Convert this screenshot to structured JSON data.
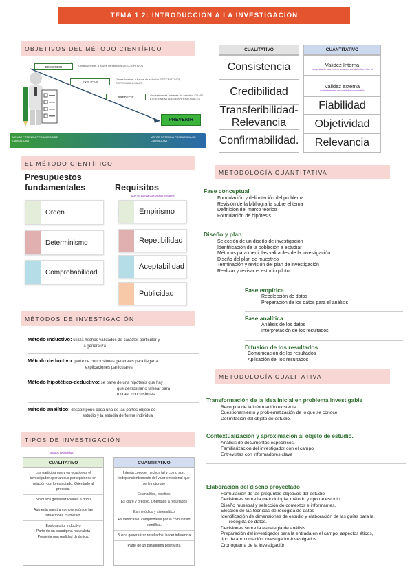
{
  "banner": "TEMA 1.2: INTRODUCCIÓN A LA INVESTIGACIÓN",
  "objetivos": {
    "header": "OBJETIVOS DEL MÉTODO CIENTÍFICO",
    "steps": [
      {
        "label": "DESCRIBIR",
        "note": "Generalmente, a través de estudios DESCRIPTIVOS"
      },
      {
        "label": "EXPLICAR",
        "note": "Generalmente, a través de estudios DESCRIPTIVOS, CORRELACIONALES"
      },
      {
        "label": "PREDECIR",
        "note": "Generalmente, a través de estudios CUASI-EXPERIMENTALES/EXPERIMENTALES"
      }
    ],
    "final": "PREVENIR",
    "strip_left": "MENOR POTENCIA PROBATORIA DE CAUSALIDAD",
    "strip_right": "MAYOR POTENCIA PROBATORIA DE CAUSALIDAD"
  },
  "calidad": {
    "left_head": "CUALITATIVO",
    "right_head": "CUANTITATIVO",
    "left": [
      "Consistencia",
      "Credibilidad",
      "Transferibilidad-Relevancia",
      "Confirmabilidad."
    ],
    "right": [
      {
        "label": "Validez Interna",
        "note": "preguntas de una misma area son consistentes entre si"
      },
      {
        "label": "Validez externa",
        "note": "contestaciones encuestadas con sentido"
      },
      {
        "label": "Fiabilidad",
        "note": ""
      },
      {
        "label": "Objetividad",
        "note": ""
      },
      {
        "label": "Relevancia",
        "note": ""
      }
    ]
  },
  "metodo": {
    "header": "EL MÉTODO CIENTÍFICO",
    "presupuestos_title": "Presupuestos fundamentales",
    "requisitos_title": "Requisitos",
    "requisitos_note": "que se pueda comprobar y repetir",
    "presupuestos": [
      {
        "label": "Orden",
        "color": "#e4edd9"
      },
      {
        "label": "Determinismo",
        "color": "#e0b0b0"
      },
      {
        "label": "Comprobabilidad",
        "color": "#b5dde8"
      }
    ],
    "requisitos": [
      {
        "label": "Empirismo",
        "color": "#e4edd9"
      },
      {
        "label": "Repetibilidad",
        "color": "#e0b0b0"
      },
      {
        "label": "Aceptabilidad",
        "color": "#b5dde8"
      },
      {
        "label": "Publicidad",
        "color": "#f7c9a8"
      }
    ]
  },
  "metodos": {
    "header": "MÉTODOS DE INVESTIGACIÓN",
    "items": [
      {
        "name": "Método Inductivo:",
        "desc1": "utiliza hechos validados de carácter particular y",
        "desc2": "la generaliza"
      },
      {
        "name": "Método deductivo:",
        "desc1": "parte de conclusiones generales para llegar a",
        "desc2": "explicaciones particulares"
      },
      {
        "name": "Método hipotético-deductivo:",
        "desc1": "se parte de una hipótesis que hay",
        "desc2": "que demostrar o falsear para",
        "desc3": "extraer conclusiones"
      },
      {
        "name": "Método analítico:",
        "desc1": "descompone cada una de las partes objeto de",
        "desc2": "estudio y la estudia de forma individual"
      }
    ]
  },
  "tipos": {
    "header": "TIPOS DE INVESTIGACIÓN",
    "note": "grupos reducidos",
    "left_head": "CUALITATIVO",
    "right_head": "CUANTITATIVO",
    "left": [
      "Los participantes y en ocasiones el investigador aportan sus percepciones en relación con lo estudiado. Orientado al proceso.",
      "No busca generalizaciones a priori",
      "Aumenta nuestra comprensión de las situaciones. Subjetivo.",
      "Exploratorio, inductivo",
      "Parte de un paradigma naturalista",
      "Presenta una realidad dinámica."
    ],
    "right": [
      "Intenta conocer hechos tal y como son, independientemente del valor emocional que se les otorgue",
      "Es analítico, objetivo.",
      "Es claro y preciso. Orientado a resultados",
      "Es metódico y sistemático",
      "Es verificable, comprobable por la comunidad científica.",
      "Busca generalizar resultados, hacer inferencia",
      "Parte de un paradigma positivista"
    ]
  },
  "cuantitativa": {
    "header": "METODOLOGÍA CUANTITATIVA",
    "conceptual_title": "Fase conceptual",
    "conceptual": [
      "Formulación y delimitación del problema",
      "Revisión de la bibliografía sobre el tema",
      "Definición del marco teórico",
      "Formulación de hipótesis"
    ],
    "diseno_title": "Diseño y plan",
    "diseno": [
      "Selección de un diseño de investigación",
      "Identificación de la población a estudiar",
      "Métodos para medir las valirables de la investigación",
      "Diseño del plan de muestreo",
      "Terminación y revisión del plan de investigación",
      "Realizar y revisar el estudio piloto"
    ],
    "empirica_title": "Fase empírica",
    "empirica": [
      "Recolección de datos",
      "Preparación de los datos para  el análisis"
    ],
    "analitica_title": "Fase analítica",
    "analitica": [
      "Análisis de los datos",
      "Interpretación de los resultados"
    ],
    "difusion_title": "Difusión de los resultados",
    "difusion": [
      "Comunicación de los resultados",
      "Aplicación del los resultados"
    ]
  },
  "cualitativa": {
    "header": "METODOLOGÍA CUALITATIVA",
    "t1": "Transformación de la idea inicial en problema investigable",
    "l1": [
      "Recogida de la información existente.",
      "Cuestionamiento y problematización de lo que se conoce.",
      "Delimitación del objeto de estudio."
    ],
    "t2": "Contextualización y aproximación al objeto de estudio.",
    "l2": [
      "Análisis de documentos específicos.",
      "Familiarización del investigador con el campo.",
      "Entrevistas con informadores clave"
    ],
    "t3": "Elaboración del diseño proyectado",
    "l3": [
      "Formulación de las preguntas-objetivos del estudio",
      "Decisiones sobre la metodología, método y tipo de estudio.",
      "Diseño muestral y selección de contextos e informantes.",
      "Elección de las técnicas de recogida de datos",
      "Identificación de dimensiones de estudio y elaboración de las guías para la",
      "recogida de datos.",
      "Decisiones sobre la estrategia de análisis.",
      "Preparación del investigador para la entrada en el campo: aspectos éticos,",
      "tipo de aproximación investigador-investigados..",
      "Cronograma de la investigación"
    ]
  }
}
